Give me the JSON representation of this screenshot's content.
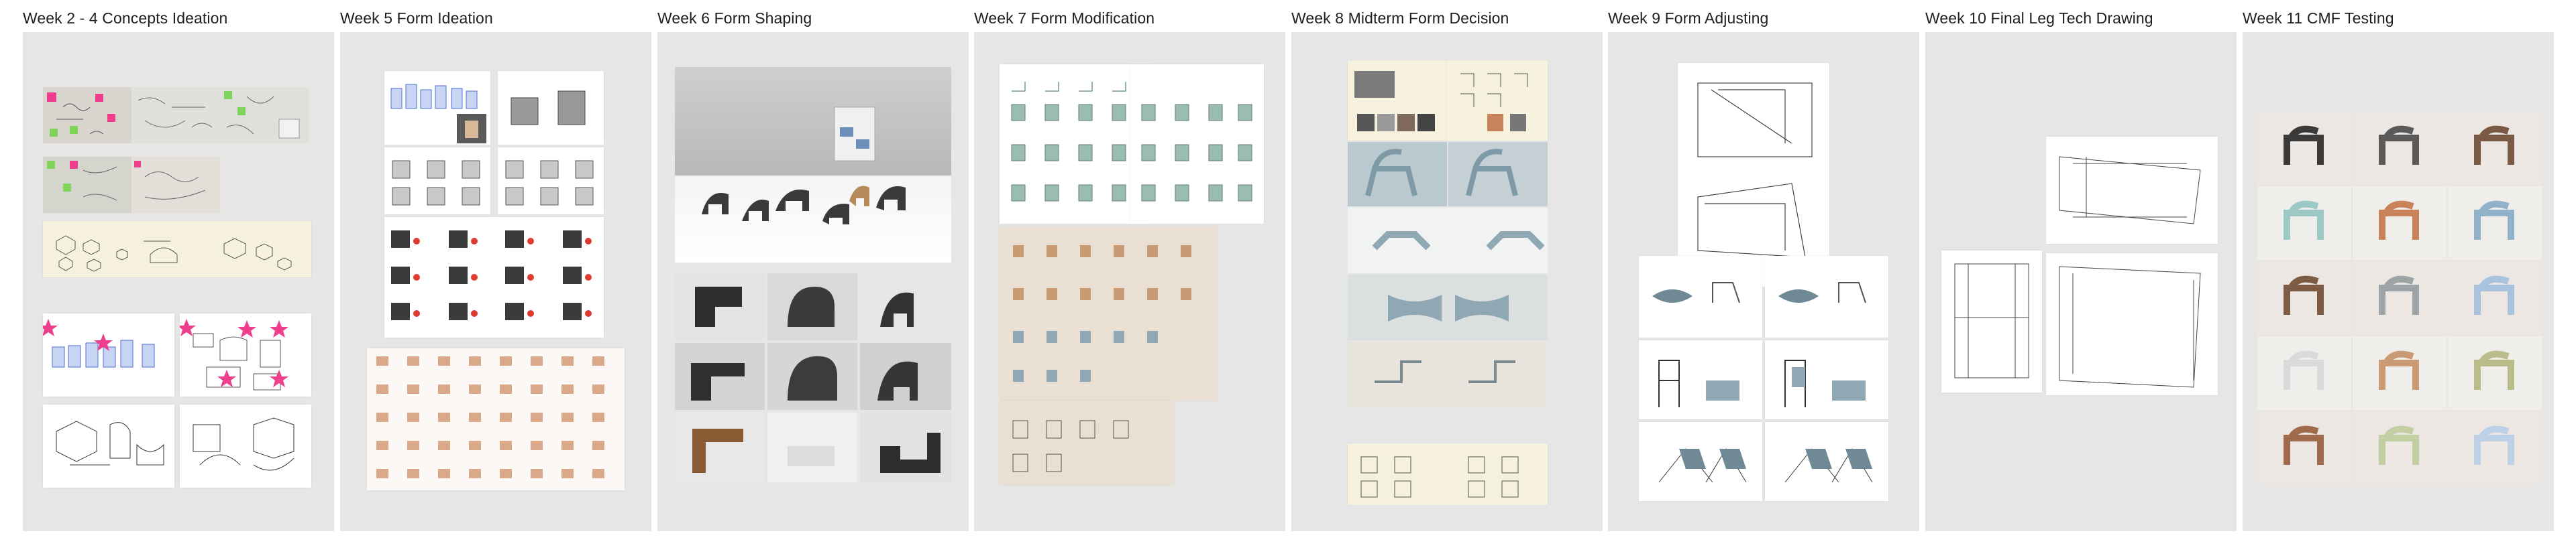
{
  "board": {
    "columns": [
      {
        "title": "Week 2 - 4 Concepts Ideation"
      },
      {
        "title": "Week 5 Form Ideation"
      },
      {
        "title": "Week 6 Form Shaping"
      },
      {
        "title": "Week 7 Form Modification"
      },
      {
        "title": "Week 8 Midterm Form Decision"
      },
      {
        "title": "Week 9 Form Adjusting"
      },
      {
        "title": "Week 10 Final Leg Tech Drawing"
      },
      {
        "title": "Week 11 CMF Testing"
      }
    ]
  },
  "colors": {
    "panel": "#e5e6e5",
    "cream_sheet": "#f6f2dd",
    "tan_sheet": "#e9dfd2",
    "model_dark": "#3a3a3a",
    "model_blue": "#8fa8b4",
    "model_wood": "#c79a74",
    "sticky_pink": "#ee3f8f",
    "sticky_green": "#7fd35a"
  },
  "icons": [
    "sketch-thumbnail",
    "chair-model-photo",
    "tech-drawing",
    "star-marker"
  ]
}
